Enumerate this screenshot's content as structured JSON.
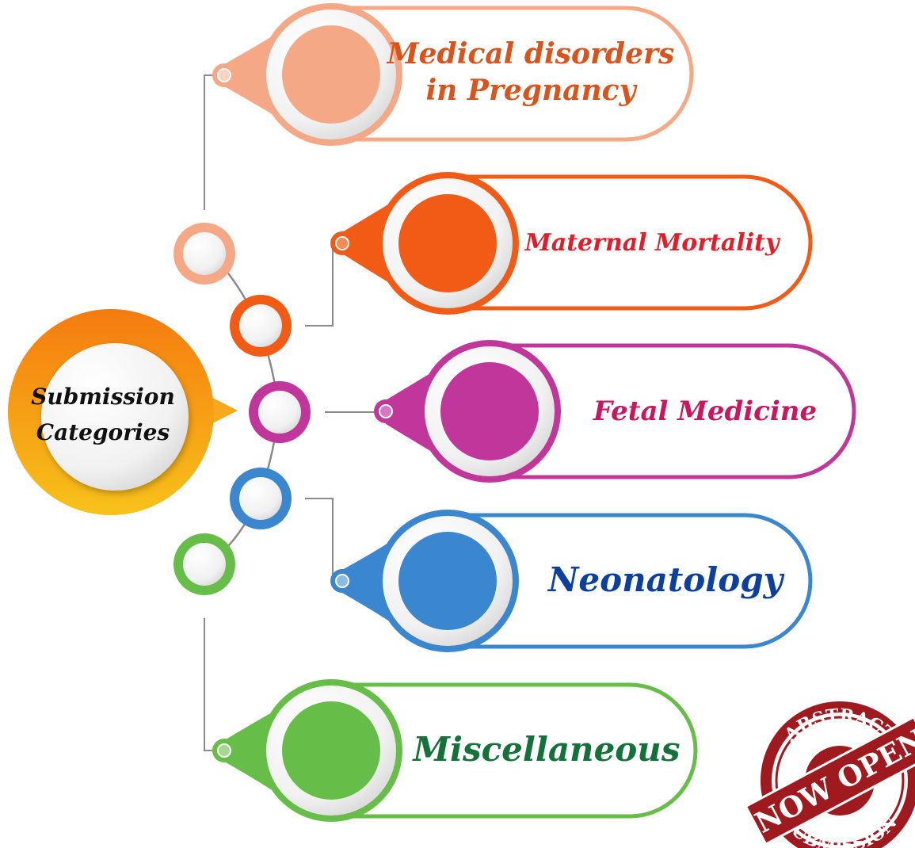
{
  "hub": {
    "label_line1": "Submission",
    "label_line2": "Categories"
  },
  "categories": [
    {
      "line1": "Medical disorders",
      "line2": "in Pregnancy",
      "color": "#f5a886",
      "text_color": "#d9541c"
    },
    {
      "line1": "Maternal Mortality",
      "line2": "",
      "color": "#f25b16",
      "text_color": "#e11d2a"
    },
    {
      "line1": "Fetal Medicine",
      "line2": "",
      "color": "#c1369a",
      "text_color": "#c8175f"
    },
    {
      "line1": "Neonatology",
      "line2": "",
      "color": "#3a86cf",
      "text_color": "#0d3f9e"
    },
    {
      "line1": "Miscellaneous",
      "line2": "",
      "color": "#66bd47",
      "text_color": "#14713a"
    }
  ],
  "stamp": {
    "top_text": "ABSTRACT",
    "ribbon_text": "NOW OPEN",
    "bottom_text": "SUBMISSION",
    "color": "#9e1a1f"
  }
}
